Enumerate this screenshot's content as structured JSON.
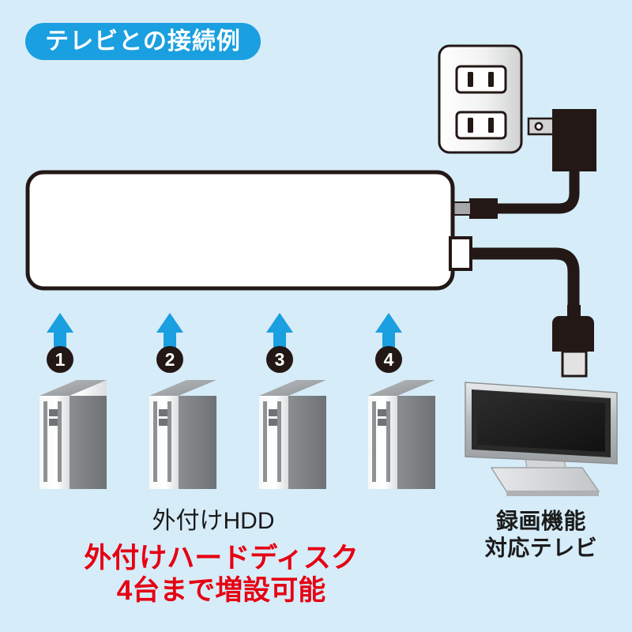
{
  "page": {
    "background_color": "#d6ecf9",
    "title_badge": {
      "text": "テレビとの接続例",
      "bg_color": "#1a9fe0",
      "text_color": "#ffffff"
    }
  },
  "diagram": {
    "hub": {
      "name": "USB hub / docking box",
      "fill": "#ffffff",
      "stroke": "#231815"
    },
    "arrows": {
      "color": "#1a9fe0",
      "count": 4
    },
    "ports": [
      {
        "number": "1"
      },
      {
        "number": "2"
      },
      {
        "number": "3"
      },
      {
        "number": "4"
      }
    ],
    "hard_drives": [
      {
        "index": 1,
        "label": "外付けHDD"
      },
      {
        "index": 2,
        "label": "外付けHDD"
      },
      {
        "index": 3,
        "label": "外付けHDD"
      },
      {
        "index": 4,
        "label": "外付けHDD"
      }
    ],
    "wall_outlet": {
      "sockets": 2
    },
    "ac_adapter": {
      "color": "#231815"
    },
    "usb_connector": {
      "body_color": "#231815",
      "tip_color": "#e0e0e0"
    },
    "television": {
      "bezel_color": "#c9ccce",
      "screen_color": "#1e1e1e",
      "stand_color": "#d9dcdd"
    }
  },
  "captions": {
    "hdd_label": "外付けHDD",
    "tv_label_line1": "録画機能",
    "tv_label_line2": "対応テレビ",
    "promo_line1": "外付けハードディスク",
    "promo_line2": "4台まで増設可能",
    "promo_color": "#e60012",
    "label_color": "#1b1b1b"
  }
}
